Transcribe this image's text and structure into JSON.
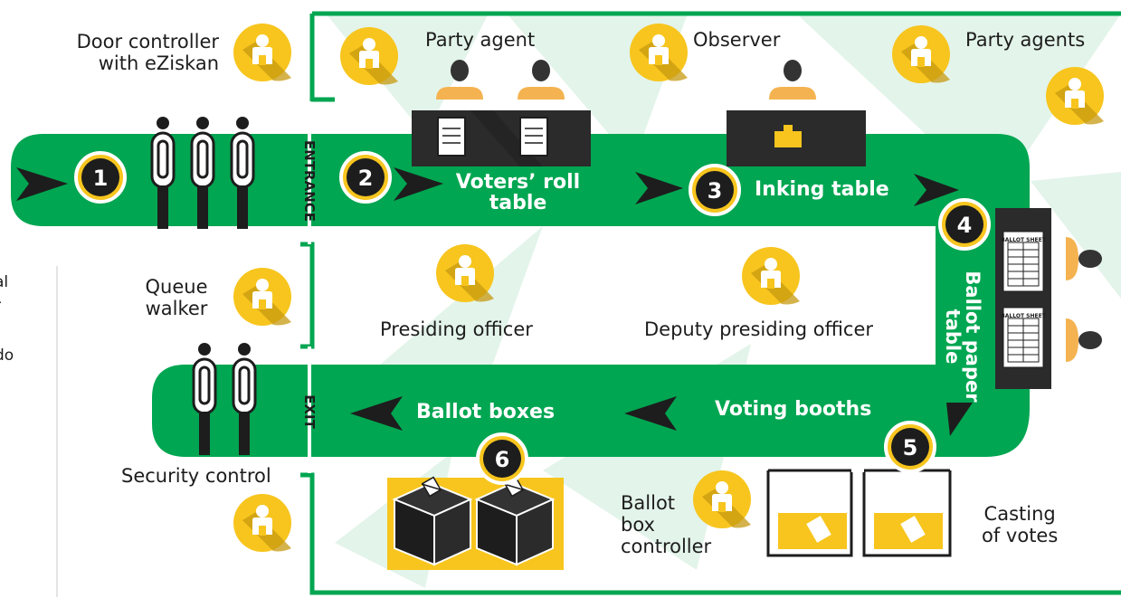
{
  "colors": {
    "green": "#00a651",
    "yellow": "#f7c51e",
    "dark": "#1d1d1d",
    "skin": "#f4b350"
  },
  "labels": {
    "door_controller_line1": "Door controller",
    "door_controller_line2": "with eZiskan",
    "party_agent": "Party agent",
    "observer": "Observer",
    "party_agents": "Party agents",
    "queue_walker_line1": "Queue",
    "queue_walker_line2": "walker",
    "presiding_officer": "Presiding officer",
    "deputy_presiding_officer": "Deputy presiding officer",
    "security_control": "Security control",
    "ballot_box_controller_line1": "Ballot",
    "ballot_box_controller_line2": "box",
    "ballot_box_controller_line3": "controller",
    "casting_line1": "Casting",
    "casting_line2": "of votes",
    "entrance": "ENTRANCE",
    "exit": "EXIT",
    "voters_roll_line1": "Voters’ roll",
    "voters_roll_line2": "table",
    "inking_table": "Inking table",
    "ballot_paper_line1": "Ballot paper",
    "ballot_paper_line2": "table",
    "voting_booths": "Voting booths",
    "ballot_boxes": "Ballot boxes",
    "ballot_sheet": "BALLOT SHEET"
  },
  "steps": {
    "s1": "1",
    "s2": "2",
    "s3": "3",
    "s4": "4",
    "s5": "5",
    "s6": "6"
  },
  "side_text": {
    "a": "al",
    "b": "r",
    "c": "do",
    "d": ")",
    "e": ","
  }
}
